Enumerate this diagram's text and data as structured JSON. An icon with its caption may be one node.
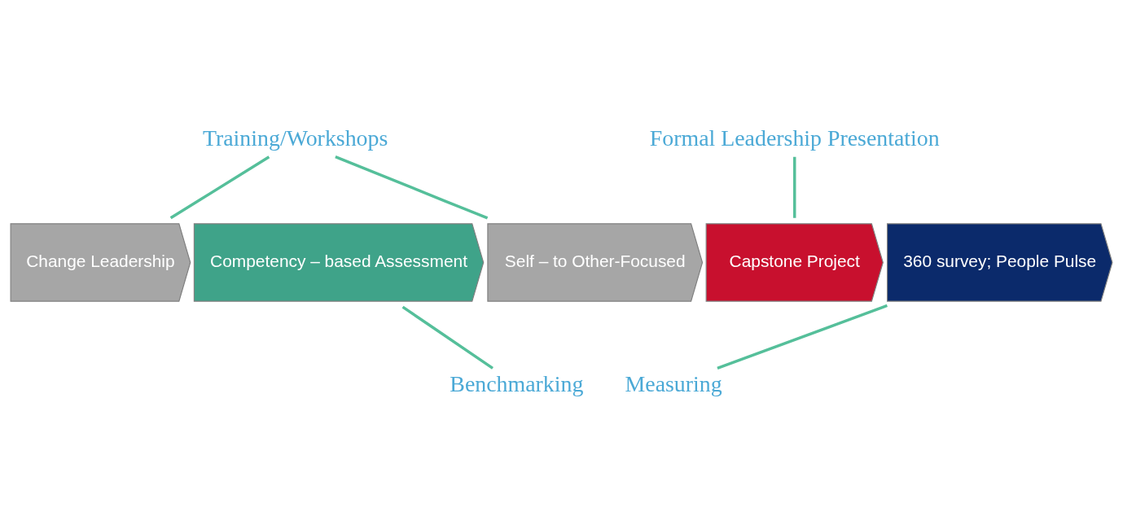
{
  "diagram": {
    "nodes": [
      {
        "text": [
          "Training/Workshops"
        ]
      },
      {
        "text": [
          "Formal Leadership Presentation"
        ]
      },
      {
        "text": [
          "Change Leadership"
        ]
      },
      {
        "text": [
          "Competency – based Assessment"
        ]
      },
      {
        "text": [
          "Self – to Other-Focused"
        ]
      },
      {
        "text": [
          "Capstone Project"
        ]
      },
      {
        "text": [
          "360 survey; People Pulse"
        ]
      },
      {
        "text": [
          "Benchmarking"
        ]
      },
      {
        "text": [
          "Measuring"
        ]
      }
    ],
    "edges": [
      {
        "from": 0,
        "to": 2,
        "arrow": "none"
      },
      {
        "from": 0,
        "to": 4,
        "arrow": "none"
      },
      {
        "from": 1,
        "to": 5,
        "arrow": "none"
      },
      {
        "from": 7,
        "to": 3,
        "arrow": "none"
      },
      {
        "from": 8,
        "to": 6,
        "arrow": "none"
      }
    ]
  }
}
